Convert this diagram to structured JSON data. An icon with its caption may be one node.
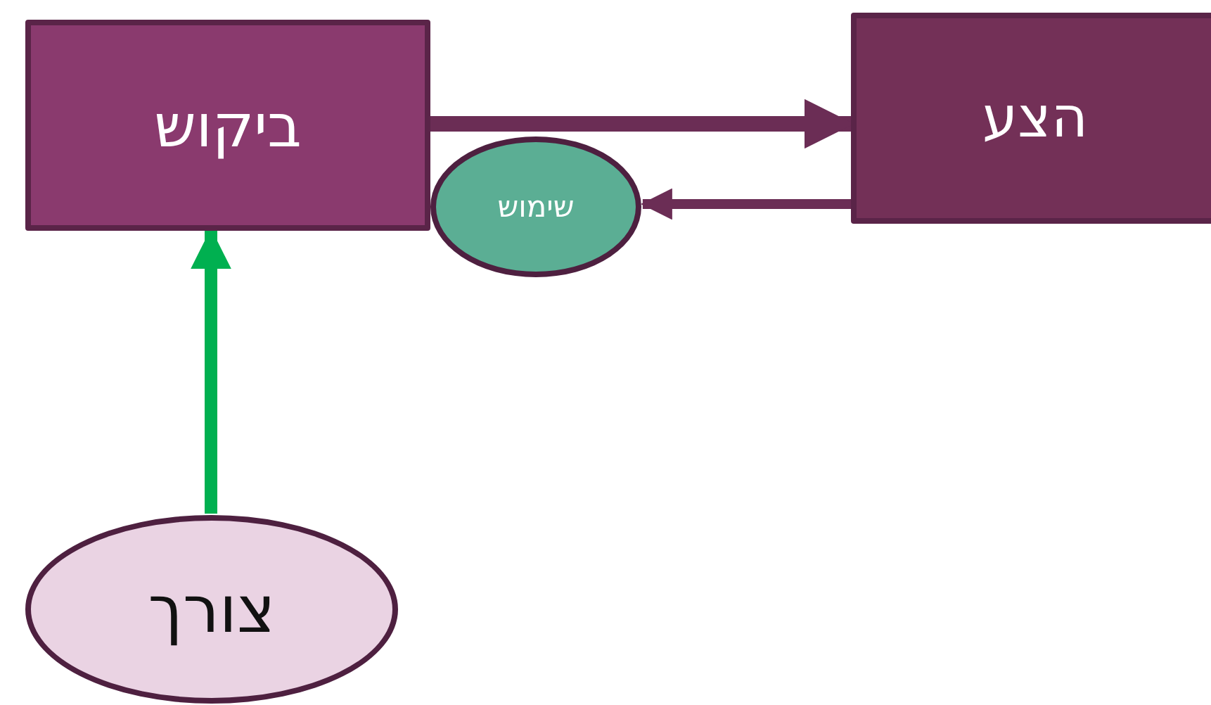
{
  "diagram": {
    "nodes": [
      {
        "text": [
          "ביקוש"
        ]
      },
      {
        "text": [
          "הצע"
        ]
      },
      {
        "text": [
          "שימוש"
        ]
      },
      {
        "text": [
          "צורך"
        ]
      }
    ],
    "edges": [
      {
        "from": 0,
        "to": 1,
        "arrow": "to"
      },
      {
        "from": 1,
        "to": 2,
        "arrow": "to"
      },
      {
        "from": 3,
        "to": 0,
        "arrow": "to",
        "color": "#00b050"
      }
    ]
  }
}
